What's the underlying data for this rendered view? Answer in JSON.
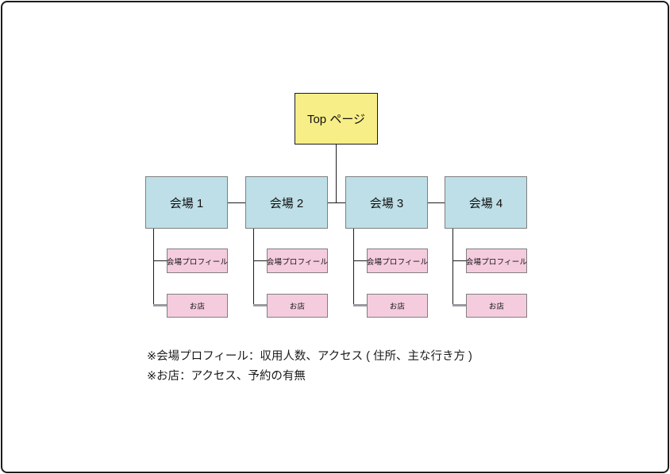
{
  "diagram": {
    "root": {
      "label": "Top ページ"
    },
    "venues": [
      {
        "label": "会場 1",
        "children": [
          {
            "label": "会場プロフィール"
          },
          {
            "label": "お店"
          }
        ]
      },
      {
        "label": "会場 2",
        "children": [
          {
            "label": "会場プロフィール"
          },
          {
            "label": "お店"
          }
        ]
      },
      {
        "label": "会場 3",
        "children": [
          {
            "label": "会場プロフィール"
          },
          {
            "label": "お店"
          }
        ]
      },
      {
        "label": "会場 4",
        "children": [
          {
            "label": "会場プロフィール"
          },
          {
            "label": "お店"
          }
        ]
      }
    ],
    "notes": [
      "※会場プロフィール：収用人数、アクセス ( 住所、主な行き方 )",
      "※お店：アクセス、予約の有無"
    ],
    "colors": {
      "root_fill": "#F8EE87",
      "venue_fill": "#BEDFE7",
      "child_fill": "#F5CCDE",
      "box_border": "#7F7F7F",
      "line": "#1C1C1C"
    }
  }
}
